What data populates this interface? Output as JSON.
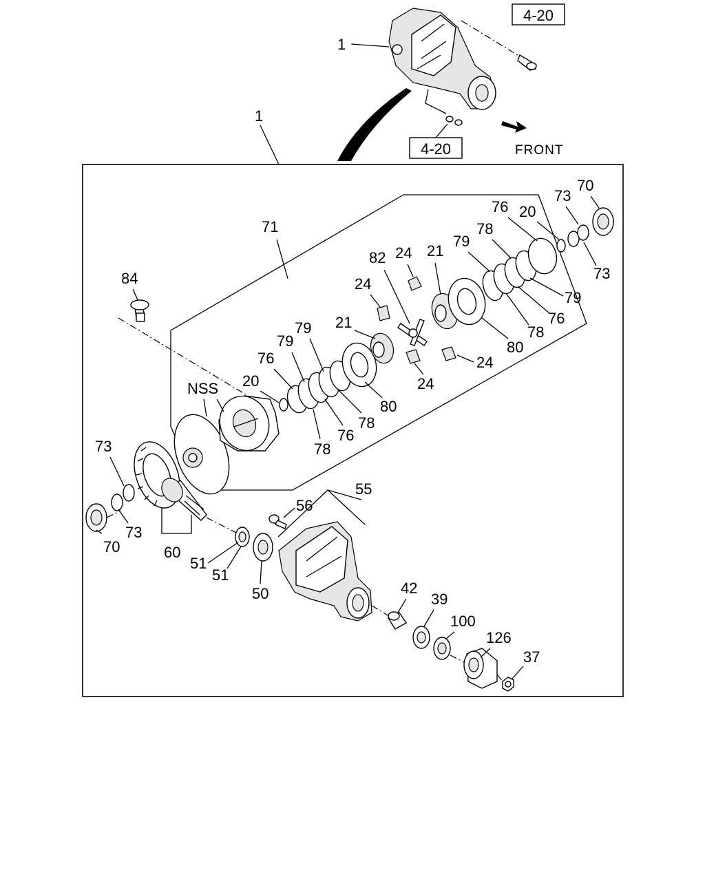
{
  "refs": {
    "top_right": "4-20",
    "top_lower": "4-20"
  },
  "front_label": "FRONT",
  "callouts": {
    "c1_top": "1",
    "c1_main": "1",
    "c71": "71",
    "c84": "84",
    "nss": "NSS",
    "c20_left": "20",
    "c76_a": "76",
    "c79_a": "79",
    "c79_b": "79",
    "c78_a": "78",
    "c76_b": "76",
    "c78_b": "78",
    "c80_a": "80",
    "c21_a": "21",
    "c24_a": "24",
    "c82": "82",
    "c24_b": "24",
    "c21_b": "21",
    "c79_c": "79",
    "c78_c": "78",
    "c76_c": "76",
    "c20_right": "20",
    "c73_a": "73",
    "c70_a": "70",
    "c73_b": "73",
    "c79_d": "79",
    "c76_d": "76",
    "c78_d": "78",
    "c80_b": "80",
    "c24_c": "24",
    "c24_d": "24",
    "c73_c": "73",
    "c73_d": "73",
    "c70_b": "70",
    "c60": "60",
    "c51_a": "51",
    "c51_b": "51",
    "c50": "50",
    "c56": "56",
    "c55": "55",
    "c42": "42",
    "c39": "39",
    "c100": "100",
    "c126": "126",
    "c37": "37"
  },
  "icons": [
    "differential-housing-icon",
    "front-arrow-icon",
    "gear-icon",
    "bearing-icon",
    "bolt-icon",
    "nut-icon",
    "washer-icon"
  ]
}
